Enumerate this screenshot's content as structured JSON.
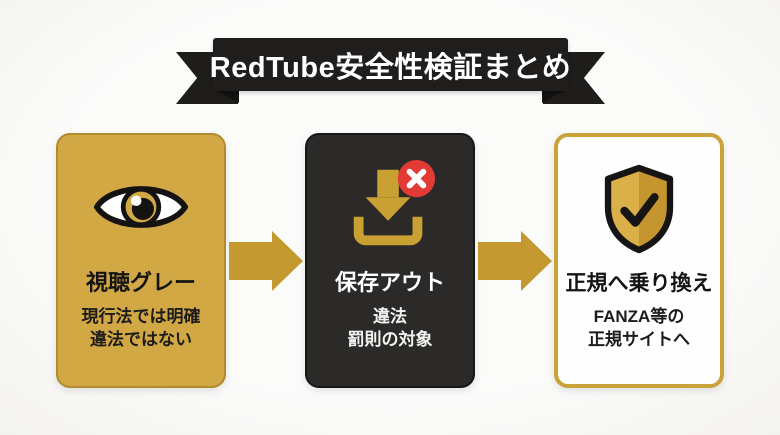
{
  "banner": {
    "title": "RedTube安全性検証まとめ"
  },
  "cards": [
    {
      "icon": "eye-icon",
      "title": "視聴グレー",
      "subtitle_line1": "現行法では明確",
      "subtitle_line2": "違法ではない"
    },
    {
      "icon": "download-blocked-icon",
      "title": "保存アウト",
      "subtitle_line1": "違法",
      "subtitle_line2": "罰則の対象"
    },
    {
      "icon": "shield-check-icon",
      "title": "正規へ乗り換え",
      "subtitle_line1": "FANZA等の",
      "subtitle_line2": "正規サイトへ"
    }
  ],
  "colors": {
    "gold_card": "#d2a845",
    "gold_arrow": "#c49a30",
    "dark_card": "#2b2a28",
    "ribbon_black": "#201e1c",
    "badge_red": "#e23b35",
    "card_white": "#fefefe",
    "background": "#fafaf9",
    "text_dark": "#141414",
    "text_light": "#ffffff"
  }
}
